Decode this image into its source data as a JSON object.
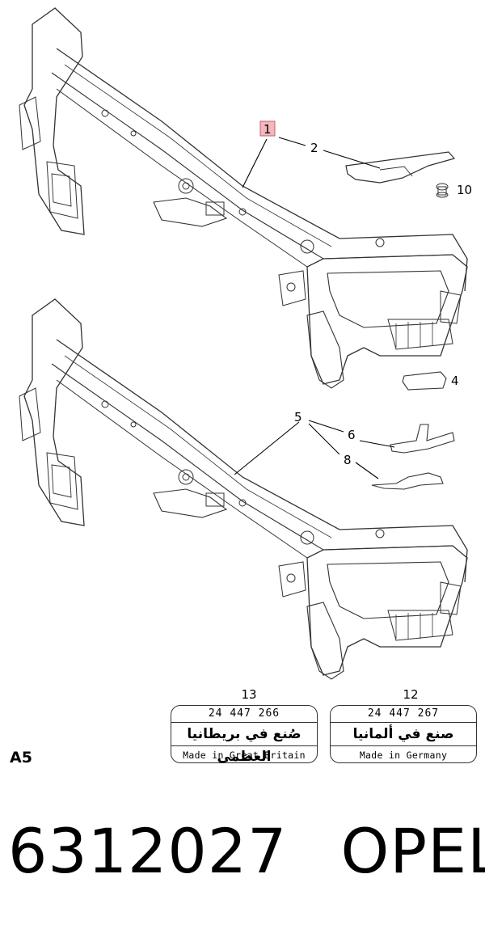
{
  "callouts": {
    "c1": "1",
    "c2": "2",
    "c4": "4",
    "c5": "5",
    "c6": "6",
    "c8": "8",
    "c10": "10"
  },
  "labels": [
    {
      "number": "13",
      "part_no": "24 447 266",
      "arabic": "صُنع في بريطانيا العظمى",
      "made_in": "Made in Great Britain"
    },
    {
      "number": "12",
      "part_no": "24 447 267",
      "arabic": "صنع في ألمانيا",
      "made_in": "Made in Germany"
    }
  ],
  "sheet_code": "A5",
  "part_number": "6312027",
  "brand": "OPEL",
  "colors": {
    "callout_1_box": "#f3b7bd",
    "line": "#333333"
  }
}
